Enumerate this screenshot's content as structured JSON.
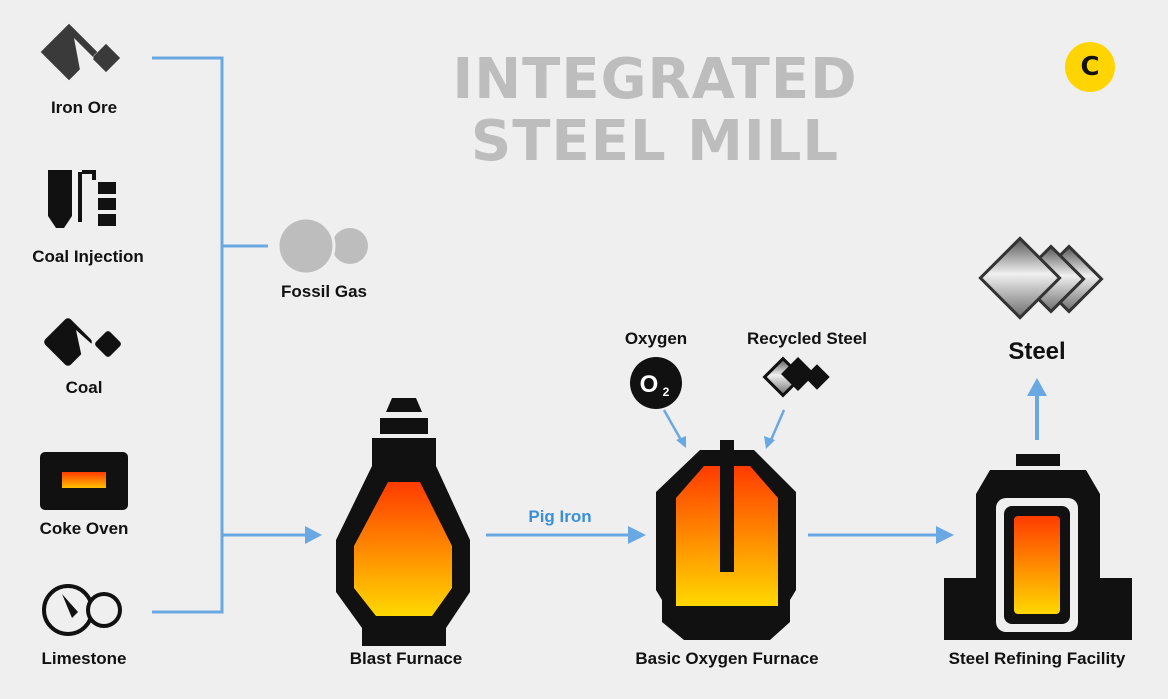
{
  "title": {
    "line1": "INTEGRATED",
    "line2": "STEEL MILL"
  },
  "logo": {
    "letter": "C"
  },
  "inputs": [
    {
      "id": "iron-ore",
      "label": "Iron Ore",
      "icon": "iron-ore-icon"
    },
    {
      "id": "coal-injection",
      "label": "Coal Injection",
      "icon": "coal-injection-icon"
    },
    {
      "id": "coal",
      "label": "Coal",
      "icon": "coal-icon"
    },
    {
      "id": "coke-oven",
      "label": "Coke Oven",
      "icon": "coke-oven-icon"
    },
    {
      "id": "limestone",
      "label": "Limestone",
      "icon": "limestone-icon"
    }
  ],
  "fossil_gas": {
    "label": "Fossil Gas"
  },
  "oxygen": {
    "label": "Oxygen",
    "symbol": "O",
    "subscript": "2"
  },
  "recycled_steel": {
    "label": "Recycled Steel"
  },
  "stages": {
    "blast_furnace": "Blast Furnace",
    "pig_iron": "Pig Iron",
    "basic_oxygen_furnace": "Basic Oxygen Furnace",
    "refining": "Steel Refining Facility"
  },
  "output": {
    "label": "Steel"
  },
  "colors": {
    "arrow": "#6aa8e4",
    "accent_text": "#3a8fd8",
    "title": "#bdbdbd",
    "logo": "#ffd400",
    "molten_top": "#ff3b00",
    "molten_bottom": "#ffd800"
  }
}
